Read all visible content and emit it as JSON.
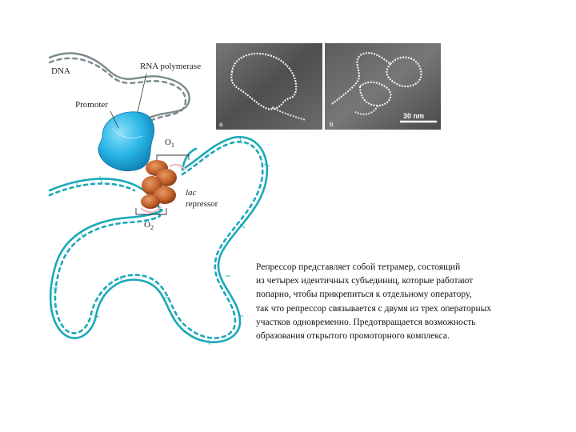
{
  "labels": {
    "dna": "DNA",
    "rna_polymerase": "RNA polymerase",
    "promoter": "Promoter",
    "o1_main": "O",
    "o1_sub": "1",
    "o2_main": "O",
    "o2_sub": "2",
    "lac": "lac",
    "repressor": "repressor"
  },
  "micrographs": {
    "panel_a_label": "a",
    "panel_b_label": "b",
    "scale_bar": "30 nm"
  },
  "caption": {
    "lines": [
      "Репрессор представляет собой тетрамер, состоящий",
      "из четырех идентичных субъединиц, которые работают",
      "попарно, чтобы прикрепиться к отдельному оператору,",
      "так что репрессор связывается с двумя из трех операторных",
      "участков одновременно. Предотвращается возможность",
      "образования открытого промоторного комплекса."
    ]
  },
  "colors": {
    "dna_gray": "#7b8a8c",
    "dna_cyan": "#1aa9b8",
    "polymerase": "#29b6e6",
    "repressor": "#c8602a",
    "micrograph_bg": "#5a5a5a"
  }
}
